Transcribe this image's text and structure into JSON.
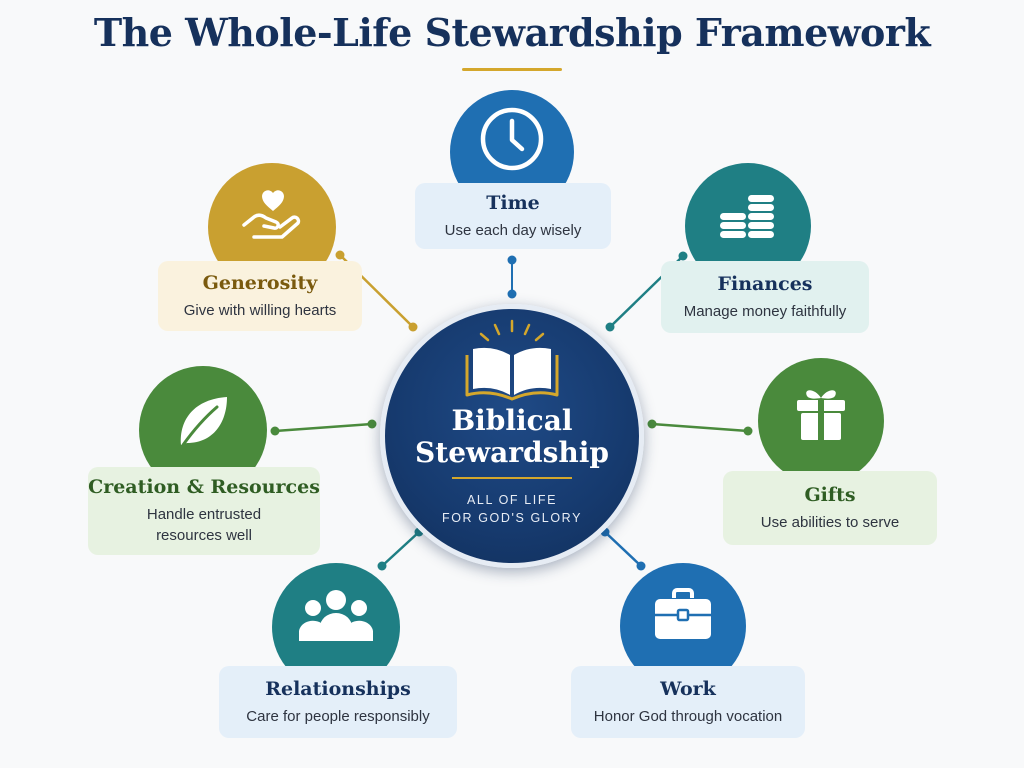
{
  "title": "The Whole-Life Stewardship Framework",
  "hub": {
    "title_line1": "Biblical",
    "title_line2": "Stewardship",
    "tagline_line1": "ALL OF LIFE",
    "tagline_line2": "FOR GOD'S GLORY",
    "icon": "open-bible-icon"
  },
  "colors": {
    "navy": "#16315c",
    "gold": "#d4a72c",
    "blue": "#1f6fb2",
    "teal": "#1f7f84",
    "green": "#4a8a3c",
    "olive_gold": "#c9a030"
  },
  "areas": [
    {
      "id": "time",
      "name": "Time",
      "desc_line1": "Use each day wisely",
      "desc_line2": "",
      "icon": "clock-icon",
      "color": "#1f6fb2"
    },
    {
      "id": "finances",
      "name": "Finances",
      "desc_line1": "Manage money faithfully",
      "desc_line2": "",
      "icon": "coins-icon",
      "color": "#1f7f84"
    },
    {
      "id": "gifts",
      "name": "Gifts",
      "desc_line1": "Use abilities to serve",
      "desc_line2": "",
      "icon": "gift-icon",
      "color": "#4a8a3c"
    },
    {
      "id": "work",
      "name": "Work",
      "desc_line1": "Honor God through vocation",
      "desc_line2": "",
      "icon": "briefcase-icon",
      "color": "#1f6fb2"
    },
    {
      "id": "relationships",
      "name": "Relationships",
      "desc_line1": "Care for people responsibly",
      "desc_line2": "",
      "icon": "people-icon",
      "color": "#1f7f84"
    },
    {
      "id": "creation",
      "name": "Creation & Resources",
      "desc_line1": "Handle entrusted",
      "desc_line2": "resources well",
      "icon": "leaf-icon",
      "color": "#4a8a3c"
    },
    {
      "id": "generosity",
      "name": "Generosity",
      "desc_line1": "Give with willing hearts",
      "desc_line2": "",
      "icon": "heart-in-hand-icon",
      "color": "#c9a030"
    }
  ]
}
